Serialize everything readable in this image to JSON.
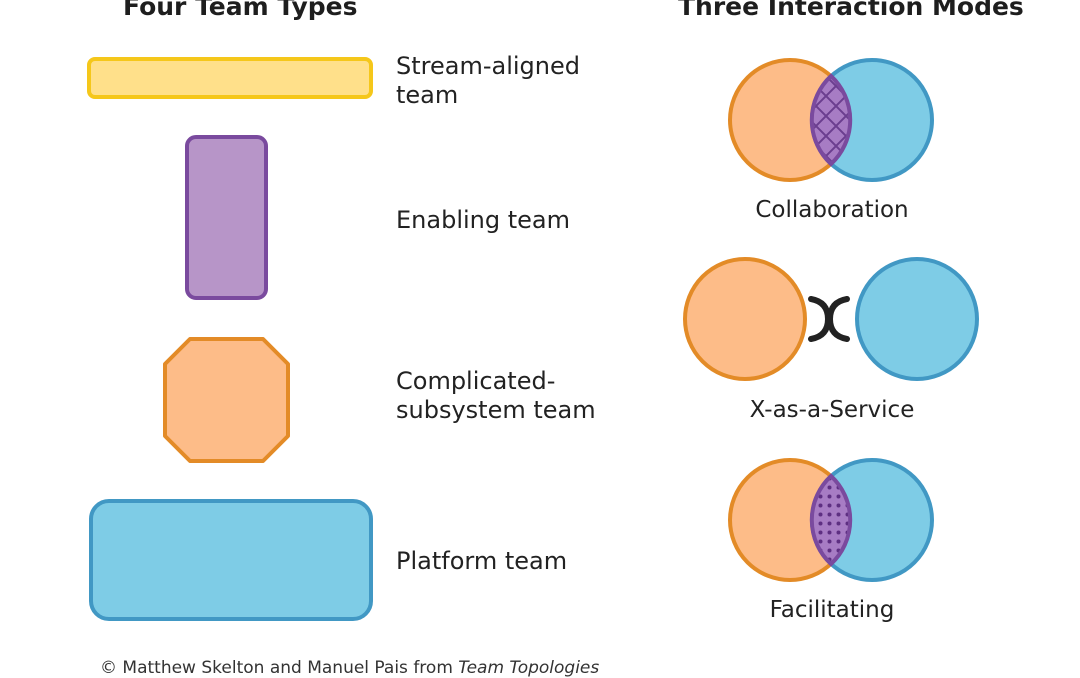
{
  "headings": {
    "left": "Four Team Types",
    "right": "Three Interaction Modes"
  },
  "team_types": [
    {
      "label": "Stream-aligned team",
      "shape": "wide-rounded-rectangle",
      "fill": "#FFE08A",
      "stroke": "#F5C71A"
    },
    {
      "label": "Enabling team",
      "shape": "tall-rounded-rectangle",
      "fill": "#B795C8",
      "stroke": "#7A4A9E"
    },
    {
      "label": "Complicated-subsystem team",
      "shape": "octagon",
      "fill": "#FDBC88",
      "stroke": "#E38B27"
    },
    {
      "label": "Platform team",
      "shape": "large-rounded-rectangle",
      "fill": "#7ECCE6",
      "stroke": "#4198C4"
    }
  ],
  "interaction_modes": [
    {
      "label": "Collaboration",
      "pattern": "crosshatch"
    },
    {
      "label": "X-as-a-Service",
      "pattern": "bracket"
    },
    {
      "label": "Facilitating",
      "pattern": "dots"
    }
  ],
  "colors": {
    "orange_fill": "#FDBC88",
    "orange_stroke": "#E38B27",
    "blue_fill": "#7ECCE6",
    "blue_stroke": "#4198C4",
    "purple_fill": "#9C6BB8",
    "purple_stroke": "#7A4A9E"
  },
  "copyright": {
    "prefix": "© Matthew Skelton and Manuel Pais from ",
    "title": "Team Topologies"
  }
}
